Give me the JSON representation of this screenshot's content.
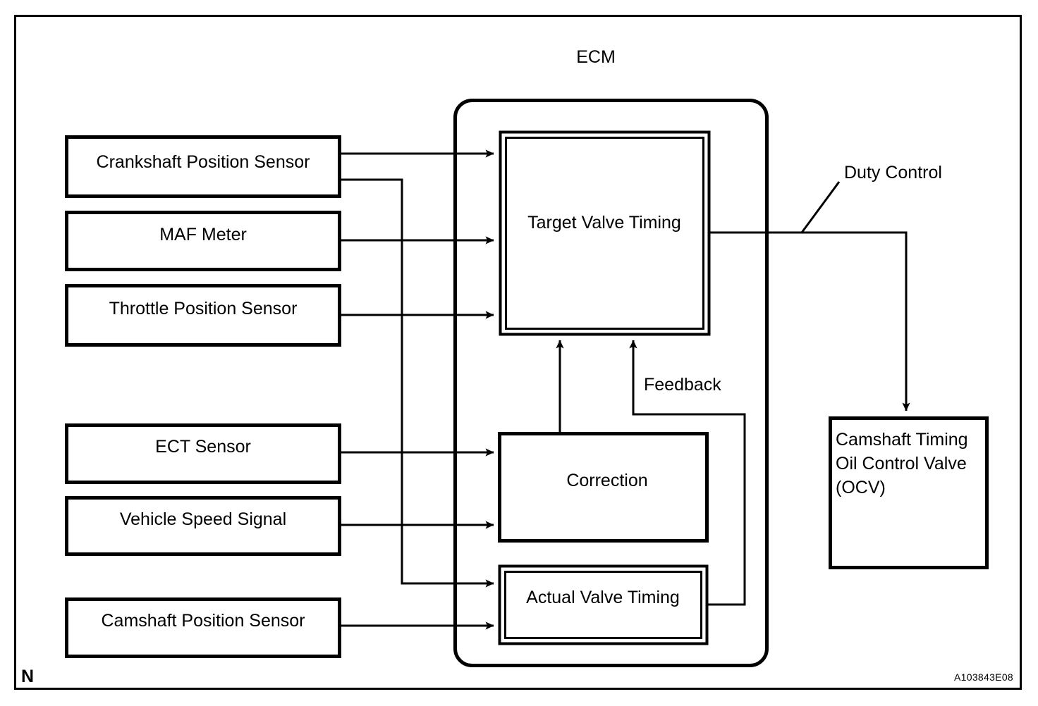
{
  "figure": {
    "title": "ECM",
    "corner_marker": "N",
    "figure_code": "A103843E08"
  },
  "inputs": [
    {
      "label": "Crankshaft Position Sensor"
    },
    {
      "label": "MAF Meter"
    },
    {
      "label": "Throttle Position Sensor"
    },
    {
      "label": "ECT Sensor"
    },
    {
      "label": "Vehicle Speed Signal"
    },
    {
      "label": "Camshaft Position Sensor"
    }
  ],
  "ecm": {
    "label": "ECM",
    "blocks": [
      {
        "label": "Target Valve Timing",
        "border": "double"
      },
      {
        "label": "Correction",
        "border": "single"
      },
      {
        "label": "Actual Valve Timing",
        "border": "double"
      }
    ]
  },
  "signals": {
    "feedback": "Feedback",
    "duty_control": "Duty Control"
  },
  "output": {
    "line1": "Camshaft Timing",
    "line2": "Oil Control Valve",
    "line3": "(OCV)"
  },
  "colors": {
    "stroke": "#000000",
    "background": "#ffffff"
  }
}
